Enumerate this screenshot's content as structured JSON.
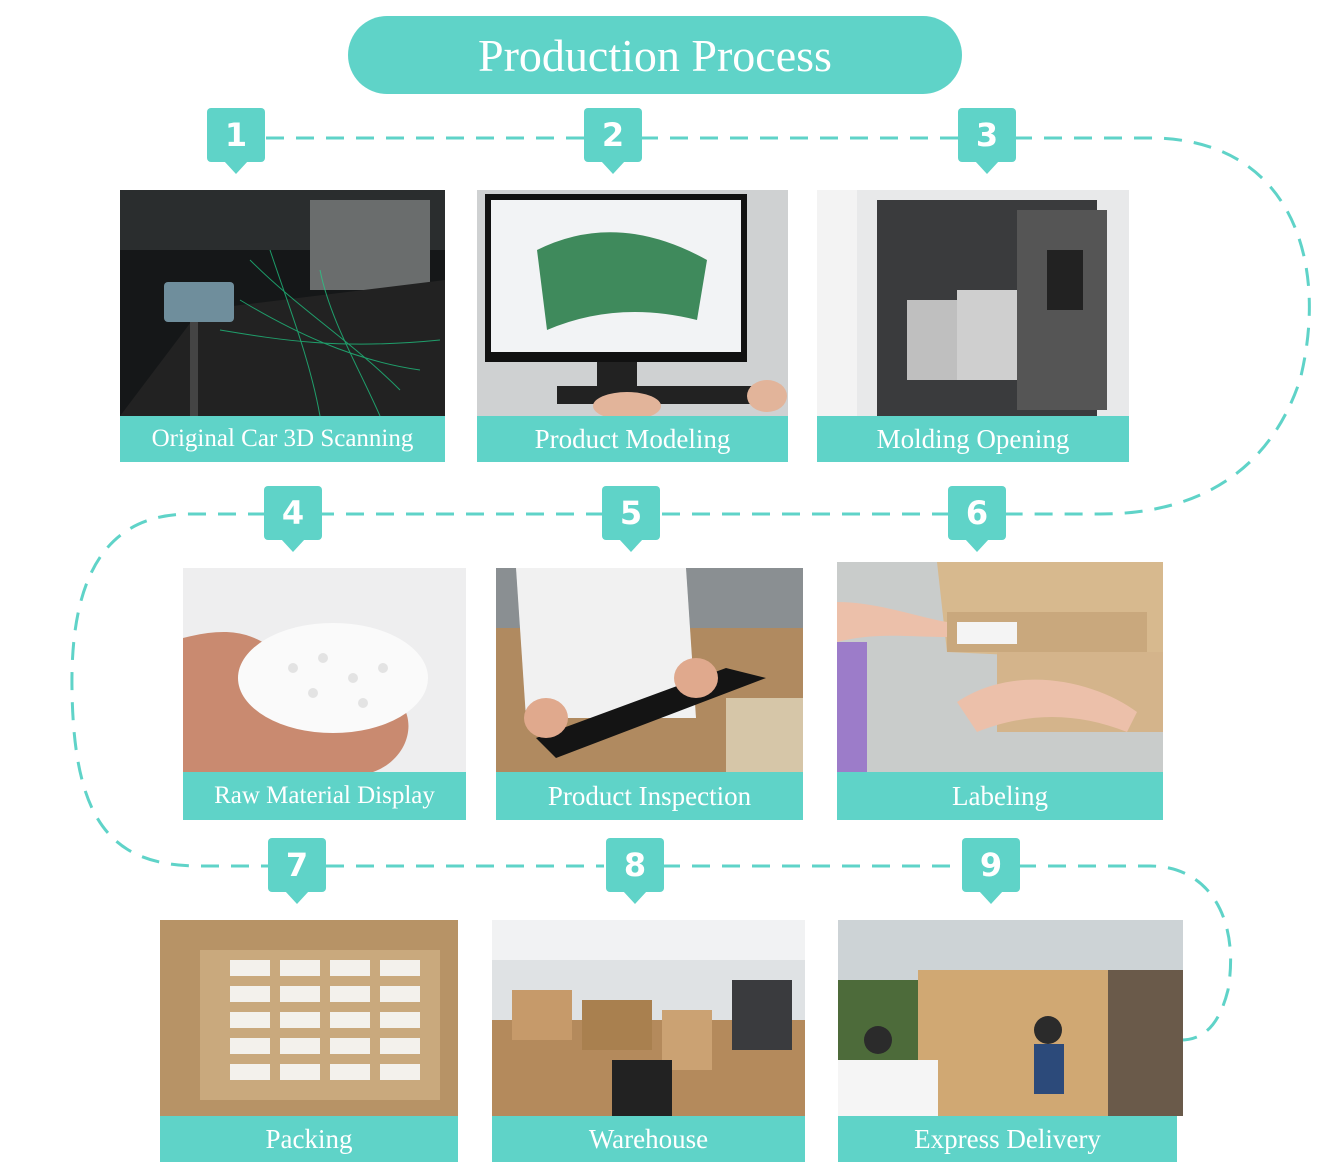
{
  "header": {
    "title": "Production Process"
  },
  "colors": {
    "accent": "#5fd3c8",
    "dash": "#5fd3c8"
  },
  "steps": [
    {
      "number": "1",
      "label": "Original Car 3D Scanning"
    },
    {
      "number": "2",
      "label": "Product Modeling"
    },
    {
      "number": "3",
      "label": "Molding Opening"
    },
    {
      "number": "4",
      "label": "Raw Material Display"
    },
    {
      "number": "5",
      "label": "Product Inspection"
    },
    {
      "number": "6",
      "label": "Labeling"
    },
    {
      "number": "7",
      "label": "Packing"
    },
    {
      "number": "8",
      "label": "Warehouse"
    },
    {
      "number": "9",
      "label": "Express Delivery"
    }
  ]
}
